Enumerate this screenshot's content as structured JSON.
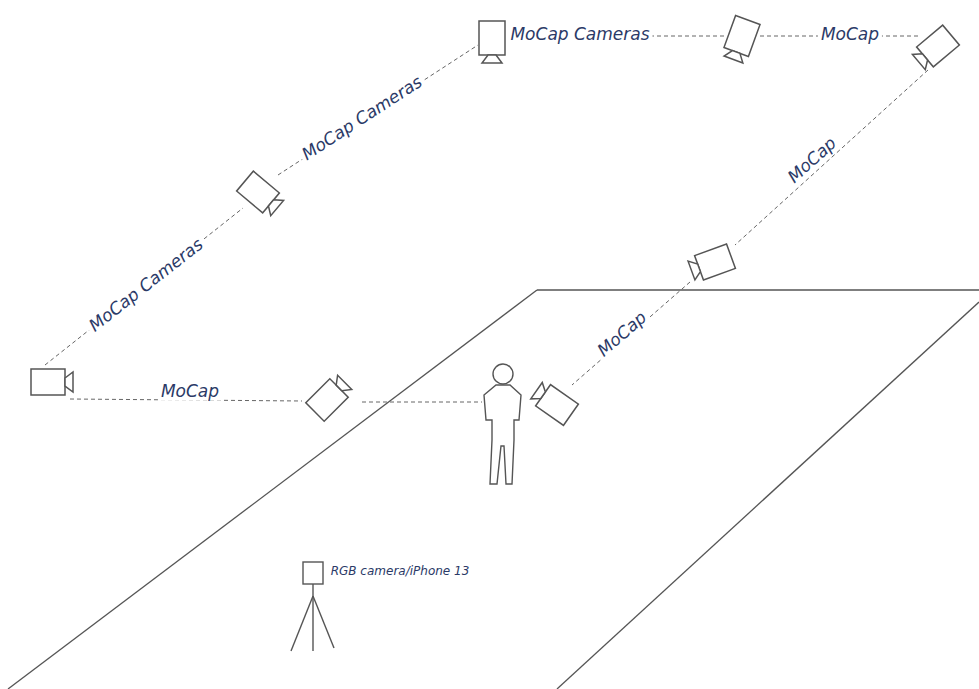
{
  "diagram": {
    "labels": [
      "MoCap Cameras",
      "MoCap",
      "MoCap Cameras",
      "MoCap",
      "MoCap Cameras",
      "MoCap",
      "MoCap",
      "RGB camera/iPhone 13"
    ]
  }
}
